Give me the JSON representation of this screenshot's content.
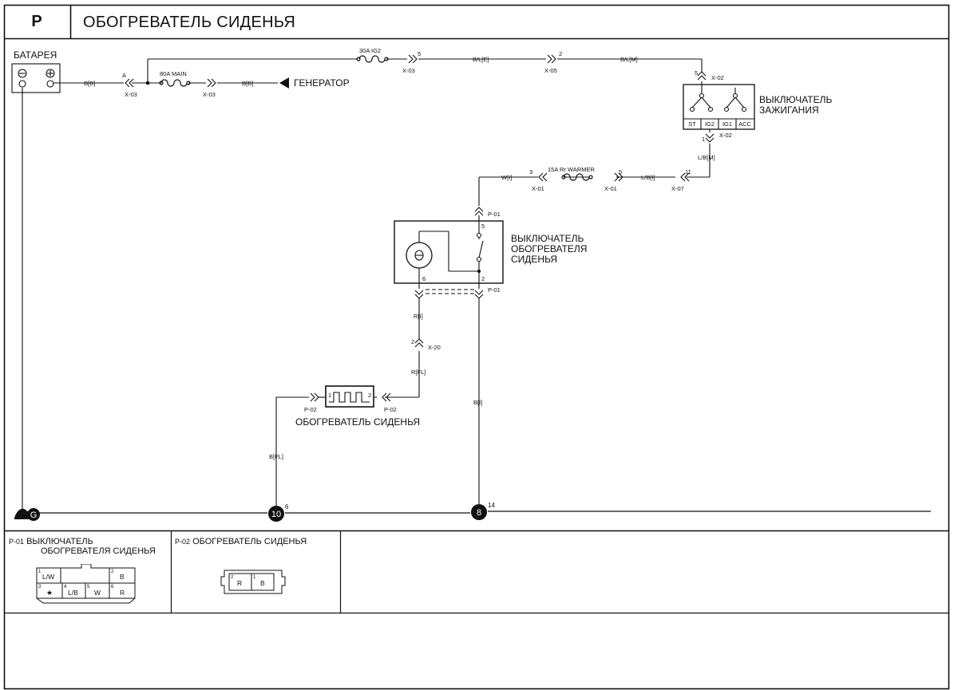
{
  "header": {
    "code": "P",
    "title": "ОБОГРЕВАТЕЛЬ СИДЕНЬЯ"
  },
  "battery": {
    "label": "БАТАРЕЯ",
    "minus_sym": "⊖",
    "plus_sym": "⊕",
    "wire": "B[B]",
    "terminal": "A",
    "connector": "X-03"
  },
  "main_fuse": {
    "label": "80A MAIN",
    "connector": "X-03",
    "wire": "B[B]"
  },
  "generator": {
    "label": "ГЕНЕРАТОР"
  },
  "ig2_fuse": {
    "label": "30A IG2",
    "pin": "5",
    "connector": "X-03"
  },
  "wire_bl_e": {
    "label": "B/L[E]",
    "pin": "2",
    "connector": "X-05"
  },
  "wire_bl_m": {
    "label": "B/L[M]",
    "pin": "5",
    "connector": "X-02"
  },
  "ignition_switch": {
    "label_line1": "ВЫКЛЮЧАТЕЛЬ",
    "label_line2": "ЗАЖИГАНИЯ",
    "positions": [
      "ST",
      "IG2",
      "IG1",
      "ACC"
    ],
    "out_pin": "1",
    "out_connector": "X-02",
    "out_wire": "L/B[M]"
  },
  "warmer_fuse": {
    "label": "15A Rr WARMER",
    "in_pin": "5",
    "in_connector": "X-01",
    "wire_in": "L/B[I]",
    "pin_11": "11",
    "connector_07": "X-07",
    "out_pin": "3",
    "out_connector": "X-01",
    "wire_out": "W[I]"
  },
  "heater_switch": {
    "label_line1": "ВЫКЛЮЧАТЕЛЬ",
    "label_line2": "ОБОГРЕВАТЕЛЯ",
    "label_line3": "СИДЕНЬЯ",
    "connector": "P-01",
    "pin5": "5",
    "pin6": "6",
    "pin2": "2"
  },
  "wire_r_i": {
    "label": "R[I]",
    "pin": "2",
    "connector": "X-20"
  },
  "wire_r_fl": {
    "label": "R[FL]"
  },
  "seat_heater": {
    "label": "ОБОГРЕВАТЕЛЬ СИДЕНЬЯ",
    "pin1": "1",
    "pin2": "2",
    "conn_left": "P-02",
    "conn_right": "P-02"
  },
  "wire_b_fl": {
    "label": "B[FL]"
  },
  "wire_b_i": {
    "label": "B[I]"
  },
  "grounds": {
    "g_label": "G",
    "g10": "10",
    "g10_pin": "6",
    "g8": "8",
    "g8_pin": "14"
  },
  "legend_p01": {
    "code": "P-01",
    "line1": "ВЫКЛЮЧАТЕЛЬ",
    "line2": "ОБОГРЕВАТЕЛЯ СИДЕНЬЯ",
    "cells": [
      {
        "pin": "1",
        "wire": "L/W"
      },
      {
        "pin": "2",
        "wire": "B"
      },
      {
        "pin": "3",
        "wire": "★"
      },
      {
        "pin": "4",
        "wire": "L/B"
      },
      {
        "pin": "5",
        "wire": "W"
      },
      {
        "pin": "6",
        "wire": "R"
      }
    ]
  },
  "legend_p02": {
    "code": "P-02",
    "line1": "ОБОГРЕВАТЕЛЬ СИДЕНЬЯ",
    "cells": [
      {
        "pin": "2",
        "wire": "R"
      },
      {
        "pin": "1",
        "wire": "B"
      }
    ]
  }
}
